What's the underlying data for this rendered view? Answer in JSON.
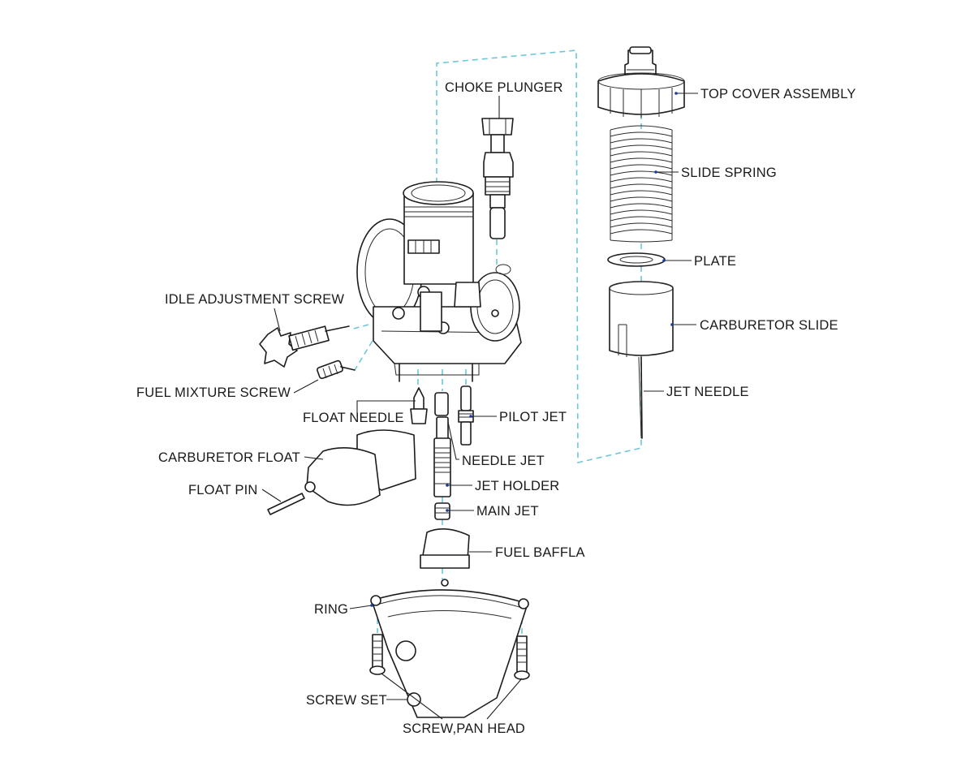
{
  "diagram": {
    "labels": {
      "choke_plunger": "CHOKE PLUNGER",
      "top_cover_assembly": "TOP COVER ASSEMBLY",
      "slide_spring": "SLIDE SPRING",
      "plate": "PLATE",
      "carburetor_slide": "CARBURETOR SLIDE",
      "jet_needle": "JET NEEDLE",
      "idle_adjustment_screw": "IDLE ADJUSTMENT SCREW",
      "fuel_mixture_screw": "FUEL MIXTURE SCREW",
      "float_needle": "FLOAT NEEDLE",
      "pilot_jet": "PILOT JET",
      "needle_jet": "NEEDLE JET",
      "carburetor_float": "CARBURETOR FLOAT",
      "jet_holder": "JET HOLDER",
      "float_pin": "FLOAT PIN",
      "main_jet": "MAIN JET",
      "fuel_baffla": "FUEL BAFFLA",
      "ring": "RING",
      "screw_set": "SCREW SET",
      "screw_pan_head": "SCREW,PAN HEAD"
    },
    "colors": {
      "line": "#1c1c1c",
      "assembly_path": "#6cc7d9",
      "leader_dot": "#1a3a9a",
      "background": "#ffffff"
    }
  }
}
